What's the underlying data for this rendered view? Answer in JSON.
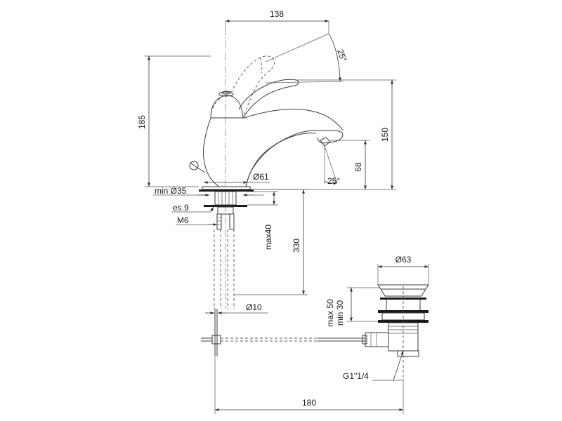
{
  "dimensions": {
    "spout_reach": "138",
    "lever_angle": "25°",
    "total_height": "185",
    "spout_height": "150",
    "aerator_height": "68",
    "aerator_angle": "25°",
    "base_diameter": "Ø61",
    "min_hole_diameter": "min Ø35",
    "max_thickness": "es.9",
    "thread": "M6",
    "max_deck": "max40",
    "pull_rod_length": "330",
    "rod_diameter": "Ø10",
    "waste_diameter": "Ø63",
    "waste_range_max": "max 50",
    "waste_range_min": "min 30",
    "waste_thread": "G1\"1/4",
    "horizontal_rod_length": "180"
  }
}
